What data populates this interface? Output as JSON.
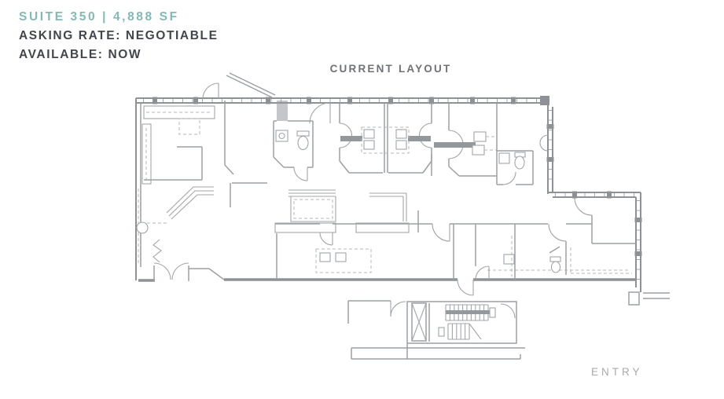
{
  "header": {
    "suite_label": "SUITE 350 | 4,888 SF",
    "asking_rate": "ASKING RATE: NEGOTIABLE",
    "availability": "AVAILABLE: NOW"
  },
  "plan": {
    "title": "CURRENT LAYOUT",
    "entry_label": "ENTRY",
    "drawing": "architectural floor plan of office suite with private offices, restrooms, reception, workstations and stairwell"
  },
  "colors": {
    "accent_teal": "#85B8B5",
    "heading_dark": "#43454C",
    "plan_line_gray": "#8E9296",
    "entry_label_gray": "#A7ABAE"
  }
}
